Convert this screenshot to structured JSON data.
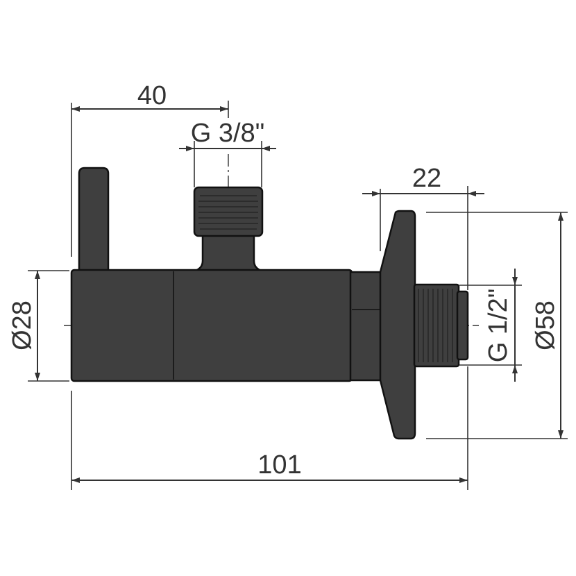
{
  "drawing": {
    "dimensions": {
      "handle_offset": "40",
      "outlet_thread": "G 3/8\"",
      "flange_depth": "22",
      "body_diameter": "Ø28",
      "rosette_diameter": "Ø58",
      "inlet_thread": "G 1/2\"",
      "overall_length": "101"
    },
    "colors": {
      "body": "#3f3f3f",
      "outline": "#111111",
      "dimension": "#333333"
    }
  }
}
